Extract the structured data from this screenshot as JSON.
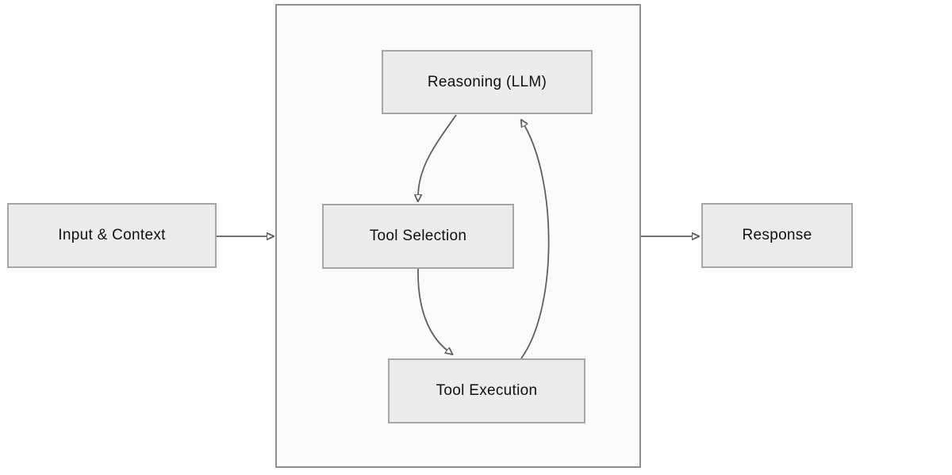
{
  "diagram": {
    "title": "agent-loop-flow",
    "nodes": {
      "input": {
        "label": "Input & Context"
      },
      "reasoning": {
        "label": "Reasoning (LLM)"
      },
      "tool_selection": {
        "label": "Tool Selection"
      },
      "tool_execution": {
        "label": "Tool Execution"
      },
      "response": {
        "label": "Response"
      },
      "agent_loop_container": {
        "label": ""
      }
    },
    "edges": [
      {
        "from": "input",
        "to": "agent_loop_container",
        "style": "straight"
      },
      {
        "from": "reasoning",
        "to": "tool_selection",
        "style": "curved"
      },
      {
        "from": "tool_selection",
        "to": "tool_execution",
        "style": "curved"
      },
      {
        "from": "tool_execution",
        "to": "reasoning",
        "style": "curved"
      },
      {
        "from": "agent_loop_container",
        "to": "response",
        "style": "straight"
      }
    ],
    "colors": {
      "node_fill": "#ececec",
      "node_border": "#a6a6a6",
      "container_fill": "#fbfbfb",
      "container_border": "#8f8f8f",
      "arrow": "#5f5f5f",
      "text": "#111111"
    }
  }
}
